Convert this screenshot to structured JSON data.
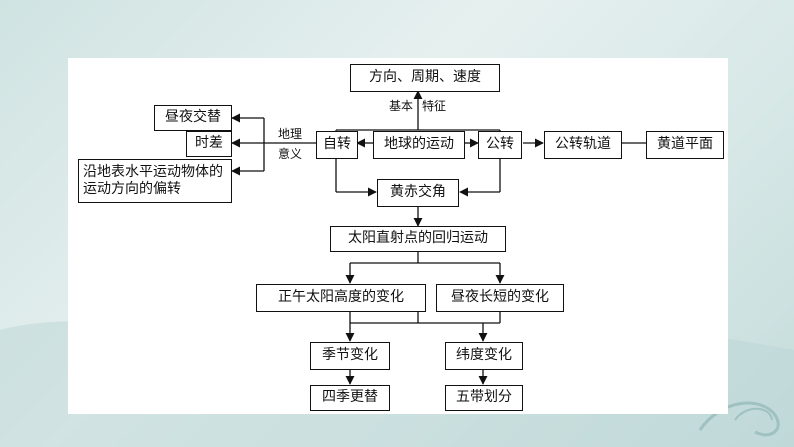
{
  "diagram": {
    "top": "方向、周期、速度",
    "basic_features_1": "基本",
    "basic_features_2": "特征",
    "center": "地球的运动",
    "rotation": "自转",
    "revolution": "公转",
    "orbit": "公转轨道",
    "ecliptic_plane": "黄道平面",
    "geo_meaning_1": "地理",
    "geo_meaning_2": "意义",
    "day_night": "昼夜交替",
    "time_diff": "时差",
    "deflection": "沿地表水平运动物体的运动方向的偏转",
    "obliquity": "黄赤交角",
    "subsolar": "太阳直射点的回归运动",
    "noon_altitude": "正午太阳高度的变化",
    "day_length": "昼夜长短的变化",
    "seasons": "季节变化",
    "latitude": "纬度变化",
    "four_seasons": "四季更替",
    "five_zones": "五带划分"
  }
}
